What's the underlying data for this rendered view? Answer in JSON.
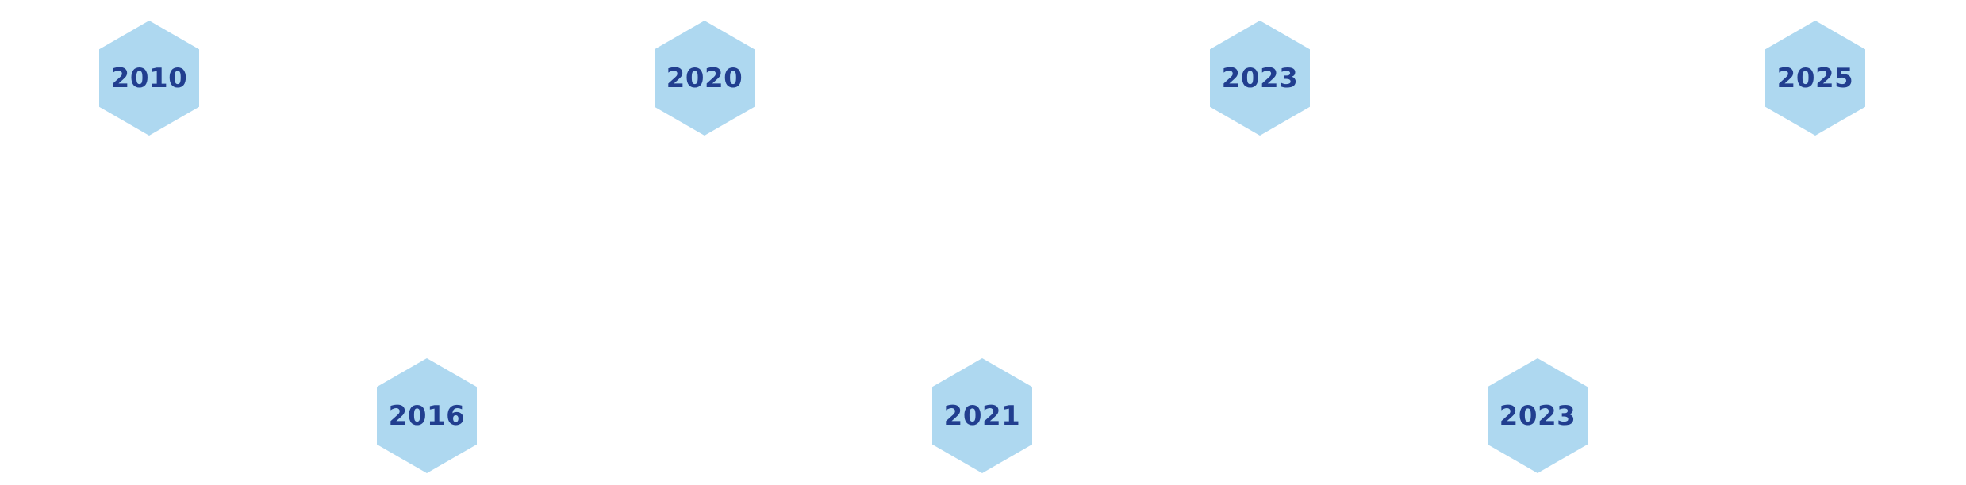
{
  "colors": {
    "hex_fill": "#aed8f0",
    "year_text": "#213e8f",
    "background": "#ffffff"
  },
  "timeline": {
    "top_row": [
      {
        "year": "2010"
      },
      {
        "year": "2020"
      },
      {
        "year": "2023"
      },
      {
        "year": "2025"
      }
    ],
    "bottom_row": [
      {
        "year": "2016"
      },
      {
        "year": "2021"
      },
      {
        "year": "2023"
      }
    ]
  }
}
